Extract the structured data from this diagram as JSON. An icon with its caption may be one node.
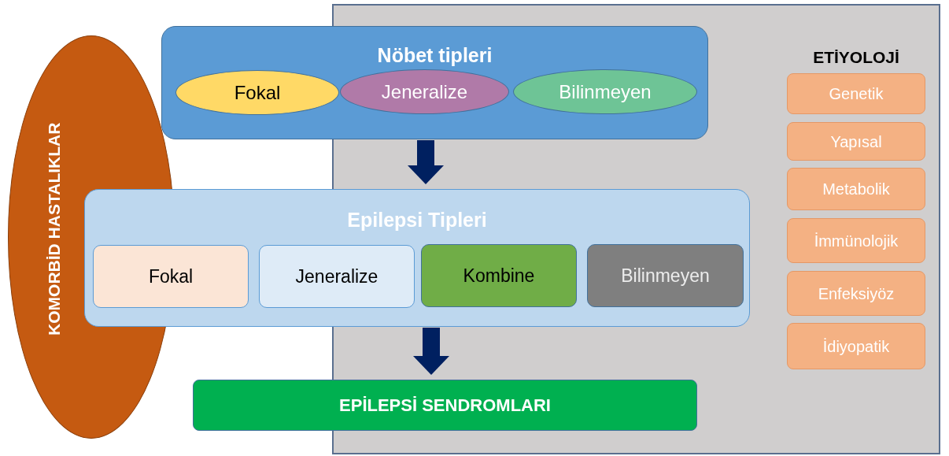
{
  "diagram": {
    "nodes": [
      {
        "text": [
          "ETİYOLOJİ"
        ]
      },
      {
        "text": [
          "KOMORBİD HASTALIKLAR"
        ]
      },
      {
        "text": [
          "Nöbet tipleri"
        ]
      },
      {
        "text": [
          "Fokal"
        ],
        "in": 2
      },
      {
        "text": [
          "Jeneralize"
        ]
      },
      {
        "text": [
          "Bilinmeyen"
        ]
      },
      {
        "text": [
          "Epilepsi Tipleri"
        ]
      },
      {
        "text": [
          "Fokal"
        ],
        "in": 6
      },
      {
        "text": [
          "Jeneralize"
        ],
        "in": 6
      },
      {
        "text": [
          "Kombine"
        ]
      },
      {
        "text": [
          "Bilinmeyen"
        ]
      },
      {
        "text": [
          "EPİLEPSİ SENDROMLARI"
        ]
      },
      {
        "text": [
          "Genetik"
        ],
        "in": 0
      },
      {
        "text": [
          "Yapısal"
        ],
        "in": 0
      },
      {
        "text": [
          "Metabolik"
        ],
        "in": 0
      },
      {
        "text": [
          "İmmünolojik"
        ],
        "in": 0
      },
      {
        "text": [
          "Enfeksiyöz"
        ],
        "in": 0
      },
      {
        "text": [
          "İdiyopatik"
        ],
        "in": 0
      }
    ],
    "edges": [
      {
        "from": 2,
        "to": 6,
        "arrow": "to"
      },
      {
        "from": 6,
        "to": 11,
        "arrow": "to"
      }
    ]
  }
}
